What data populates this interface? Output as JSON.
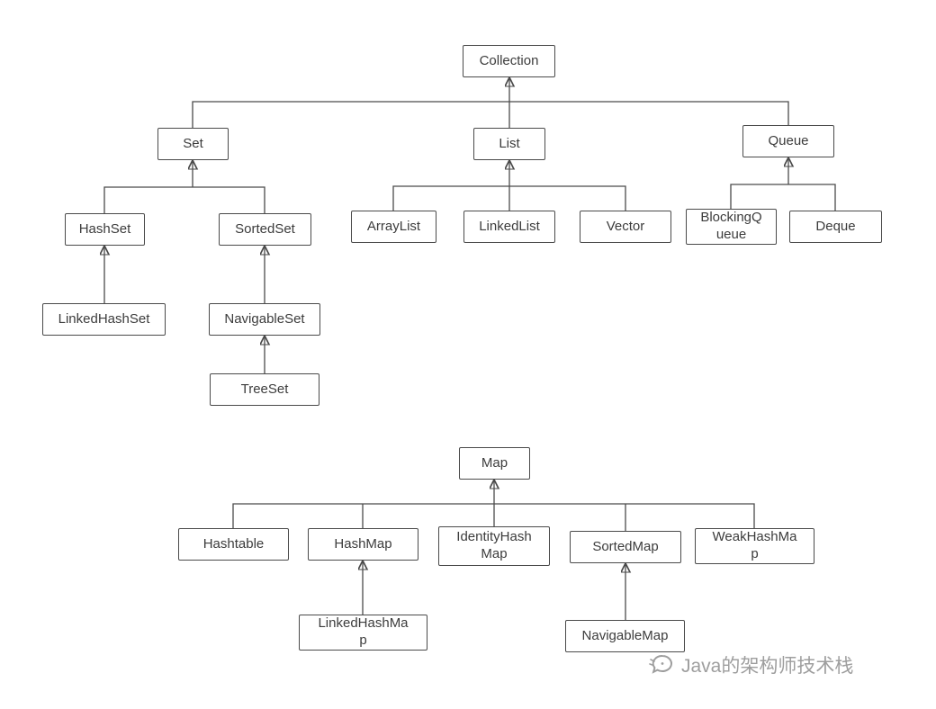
{
  "nodes": {
    "collection": {
      "label": "Collection"
    },
    "set": {
      "label": "Set"
    },
    "list": {
      "label": "List"
    },
    "queue": {
      "label": "Queue"
    },
    "hashset": {
      "label": "HashSet"
    },
    "sortedset": {
      "label": "SortedSet"
    },
    "linkedhashset": {
      "label": "LinkedHashSet"
    },
    "navigableset": {
      "label": "NavigableSet"
    },
    "treeset": {
      "label": "TreeSet"
    },
    "arraylist": {
      "label": "ArrayList"
    },
    "linkedlist": {
      "label": "LinkedList"
    },
    "vector": {
      "label": "Vector"
    },
    "blockingqueue": {
      "label": "BlockingQueue"
    },
    "deque": {
      "label": "Deque"
    },
    "map": {
      "label": "Map"
    },
    "hashtable": {
      "label": "Hashtable"
    },
    "hashmap": {
      "label": "HashMap"
    },
    "identityhashmap": {
      "label": "IdentityHashMap"
    },
    "sortedmap": {
      "label": "SortedMap"
    },
    "weakhashmap": {
      "label": "WeakHashMap"
    },
    "linkedhashmap": {
      "label": "LinkedHashMap"
    },
    "navigablemap": {
      "label": "NavigableMap"
    }
  },
  "edges": [
    {
      "child": "Set",
      "parent": "Collection"
    },
    {
      "child": "List",
      "parent": "Collection"
    },
    {
      "child": "Queue",
      "parent": "Collection"
    },
    {
      "child": "HashSet",
      "parent": "Set"
    },
    {
      "child": "SortedSet",
      "parent": "Set"
    },
    {
      "child": "LinkedHashSet",
      "parent": "HashSet"
    },
    {
      "child": "NavigableSet",
      "parent": "SortedSet"
    },
    {
      "child": "TreeSet",
      "parent": "NavigableSet"
    },
    {
      "child": "ArrayList",
      "parent": "List"
    },
    {
      "child": "LinkedList",
      "parent": "List"
    },
    {
      "child": "Vector",
      "parent": "List"
    },
    {
      "child": "BlockingQueue",
      "parent": "Queue"
    },
    {
      "child": "Deque",
      "parent": "Queue"
    },
    {
      "child": "Hashtable",
      "parent": "Map"
    },
    {
      "child": "HashMap",
      "parent": "Map"
    },
    {
      "child": "IdentityHashMap",
      "parent": "Map"
    },
    {
      "child": "SortedMap",
      "parent": "Map"
    },
    {
      "child": "WeakHashMap",
      "parent": "Map"
    },
    {
      "child": "LinkedHashMap",
      "parent": "HashMap"
    },
    {
      "child": "NavigableMap",
      "parent": "SortedMap"
    }
  ],
  "watermark": {
    "text": "Java的架构师技术栈"
  },
  "colors": {
    "box_border": "#4a4a4a",
    "box_text": "#3c3c3c",
    "connector": "#4a4a4a",
    "watermark_text": "#9e9e9e",
    "background": "#ffffff"
  }
}
